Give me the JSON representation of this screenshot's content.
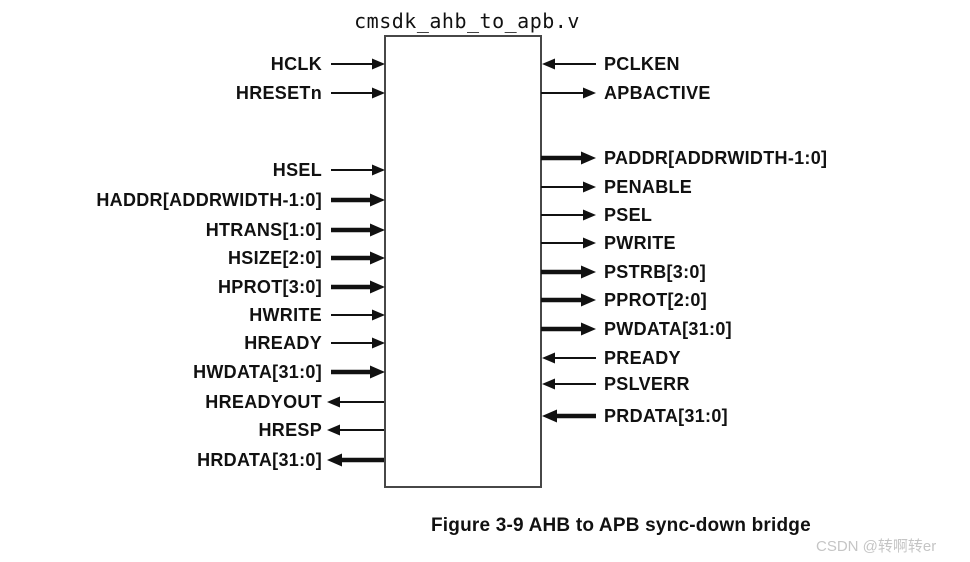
{
  "title": "cmsdk_ahb_to_apb.v",
  "caption": "Figure 3-9 AHB to APB sync-down bridge",
  "watermark": "CSDN @转啊转er",
  "colors": {
    "ink": "#111111",
    "box_border": "#474747",
    "watermark": "#c5c5c5",
    "background": "#ffffff"
  },
  "module": {
    "left_signals": [
      {
        "label": "HCLK",
        "dir": "in",
        "bus": false
      },
      {
        "label": "HRESETn",
        "dir": "in",
        "bus": false
      },
      {
        "label": "HSEL",
        "dir": "in",
        "bus": false
      },
      {
        "label": "HADDR[ADDRWIDTH-1:0]",
        "dir": "in",
        "bus": true
      },
      {
        "label": "HTRANS[1:0]",
        "dir": "in",
        "bus": true
      },
      {
        "label": "HSIZE[2:0]",
        "dir": "in",
        "bus": true
      },
      {
        "label": "HPROT[3:0]",
        "dir": "in",
        "bus": true
      },
      {
        "label": "HWRITE",
        "dir": "in",
        "bus": false
      },
      {
        "label": "HREADY",
        "dir": "in",
        "bus": false
      },
      {
        "label": "HWDATA[31:0]",
        "dir": "in",
        "bus": true
      },
      {
        "label": "HREADYOUT",
        "dir": "out",
        "bus": false
      },
      {
        "label": "HRESP",
        "dir": "out",
        "bus": false
      },
      {
        "label": "HRDATA[31:0]",
        "dir": "out",
        "bus": true
      }
    ],
    "right_signals": [
      {
        "label": "PCLKEN",
        "dir": "in",
        "bus": false
      },
      {
        "label": "APBACTIVE",
        "dir": "out",
        "bus": false
      },
      {
        "label": "PADDR[ADDRWIDTH-1:0]",
        "dir": "out",
        "bus": true
      },
      {
        "label": "PENABLE",
        "dir": "out",
        "bus": false
      },
      {
        "label": "PSEL",
        "dir": "out",
        "bus": false
      },
      {
        "label": "PWRITE",
        "dir": "out",
        "bus": false
      },
      {
        "label": "PSTRB[3:0]",
        "dir": "out",
        "bus": true
      },
      {
        "label": "PPROT[2:0]",
        "dir": "out",
        "bus": true
      },
      {
        "label": "PWDATA[31:0]",
        "dir": "out",
        "bus": true
      },
      {
        "label": "PREADY",
        "dir": "in",
        "bus": false
      },
      {
        "label": "PSLVERR",
        "dir": "in",
        "bus": false
      },
      {
        "label": "PRDATA[31:0]",
        "dir": "in",
        "bus": true
      }
    ]
  }
}
